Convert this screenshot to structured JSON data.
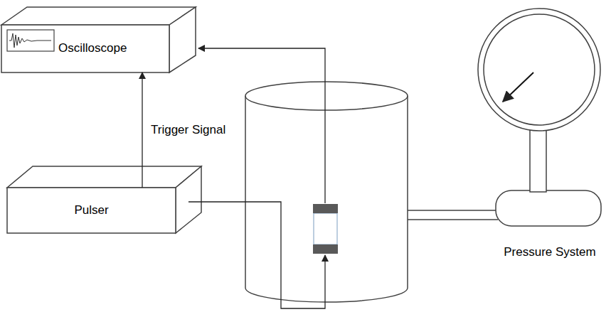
{
  "diagram": {
    "nodes": [
      {
        "text": [
          "Oscilloscope"
        ]
      },
      {
        "text": [
          "Pulser"
        ]
      },
      {
        "text": [
          "Pressure System"
        ]
      }
    ],
    "edges": [
      {
        "from": 1,
        "to": 0,
        "label": "Trigger Signal",
        "arrow": "to"
      }
    ]
  }
}
